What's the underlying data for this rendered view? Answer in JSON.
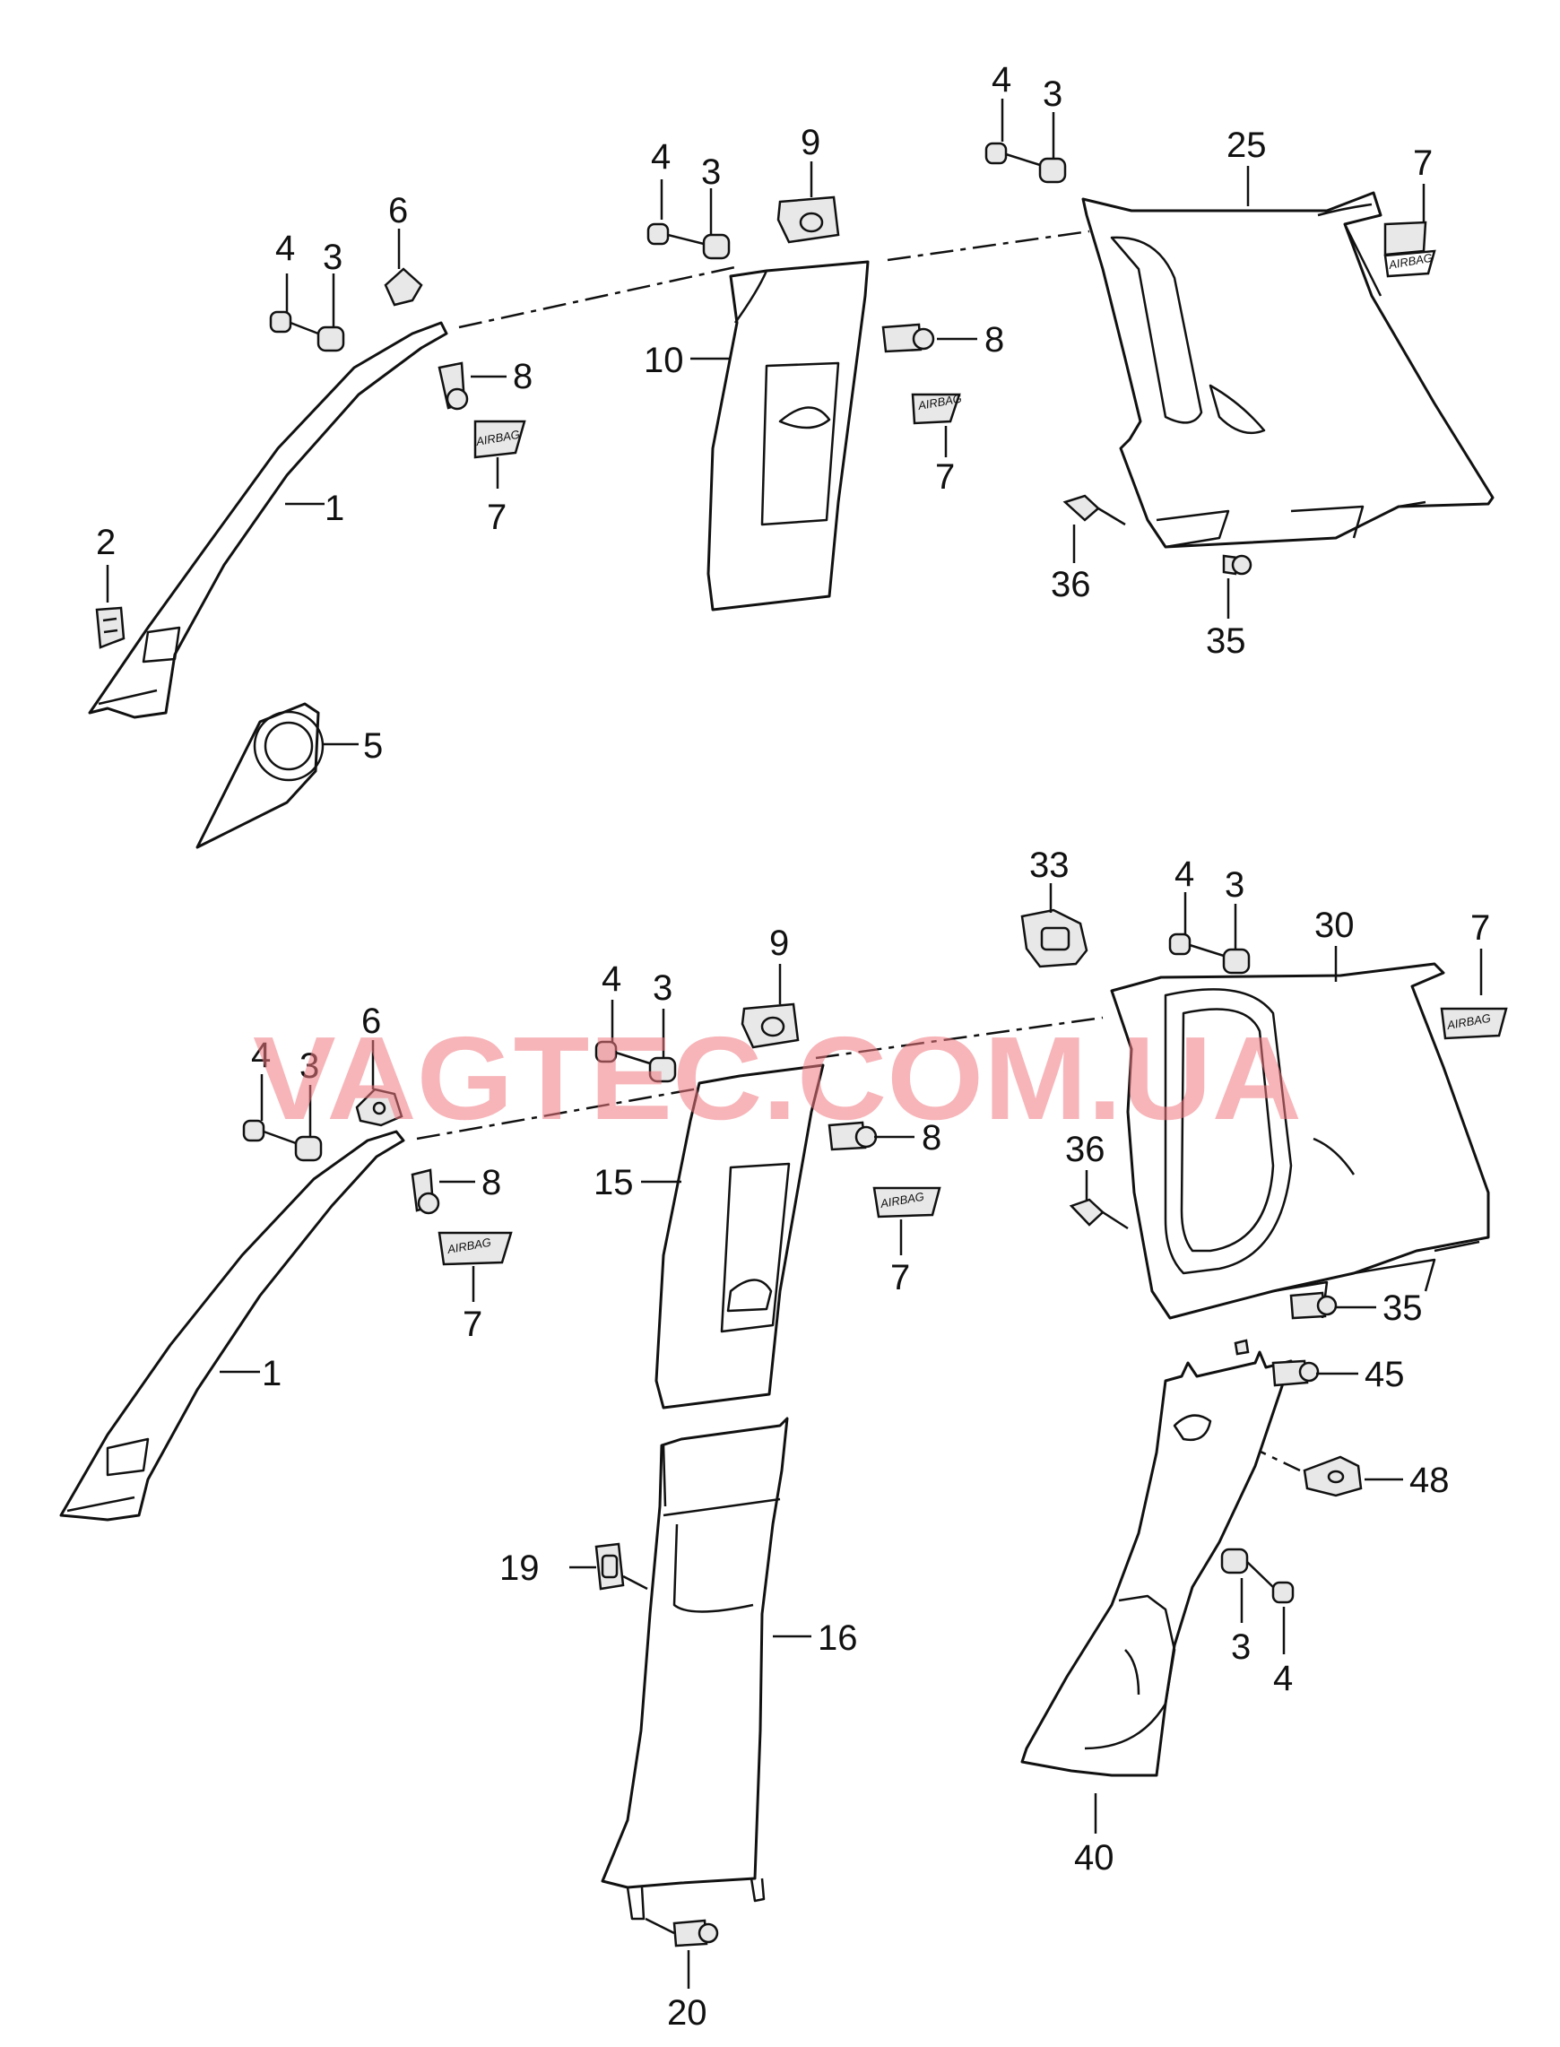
{
  "watermark": {
    "text": "VAGTEC.COM.UA",
    "color": "#f07880"
  },
  "airbag_label": "AIRBAG",
  "callouts": {
    "u1": "1",
    "u2": "2",
    "u3a": "3",
    "u4a": "4",
    "u5": "5",
    "u6": "6",
    "u7a": "7",
    "u8a": "8",
    "u3b": "3",
    "u4b": "4",
    "u9": "9",
    "u10": "10",
    "u8b": "8",
    "u7b": "7",
    "u4c": "4",
    "u3c": "3",
    "u25": "25",
    "u7c": "7",
    "u36": "36",
    "u35": "35",
    "l4a": "4",
    "l3a": "3",
    "l6": "6",
    "l8a": "8",
    "l7a": "7",
    "l1": "1",
    "l4b": "4",
    "l3b": "3",
    "l9": "9",
    "l15": "15",
    "l8b": "8",
    "l7b": "7",
    "l33": "33",
    "l4c": "4",
    "l3c": "3",
    "l30": "30",
    "l7c": "7",
    "l36": "36",
    "l35": "35",
    "l45": "45",
    "l48": "48",
    "l19": "19",
    "l16": "16",
    "l3d": "3",
    "l4d": "4",
    "l40": "40",
    "l20": "20"
  }
}
